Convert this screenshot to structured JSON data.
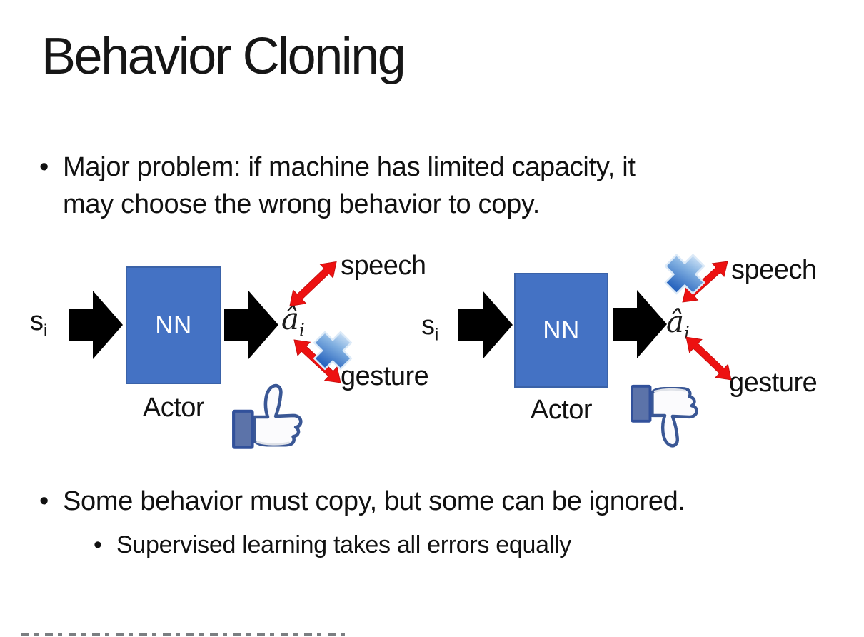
{
  "slide": {
    "title": "Behavior Cloning",
    "bullets": {
      "marker": "•",
      "b1_line1": "Major problem: if machine has limited capacity, it",
      "b1_line2": "may choose the wrong behavior to copy.",
      "b2": "Some behavior must copy, but some can be ignored.",
      "b2_sub": "Supervised learning takes all errors equally"
    }
  },
  "diagram_left": {
    "input_label": "s",
    "input_subscript": "i",
    "nn_label": "NN",
    "actor_label": "Actor",
    "output_label": "â",
    "output_subscript": "i",
    "speech_label": "speech",
    "gesture_label": "gesture",
    "crossed_out_action": "gesture",
    "feedback_icon": "thumbs-up"
  },
  "diagram_right": {
    "input_label": "s",
    "input_subscript": "i",
    "nn_label": "NN",
    "actor_label": "Actor",
    "output_label": "â",
    "output_subscript": "i",
    "speech_label": "speech",
    "gesture_label": "gesture",
    "crossed_out_action": "speech",
    "feedback_icon": "thumbs-down"
  },
  "colors": {
    "nn_box_fill": "#4472C4",
    "nn_box_border": "#3A62A8",
    "block_arrow_black": "#000000",
    "double_arrow_red": "#ED1111",
    "cross_blue_light": "#D9E9F9",
    "cross_blue_dark": "#2A66BF",
    "thumb_outline_navy": "#3A5795",
    "thumb_cuff_fill": "#5C73A9",
    "text": "#111111",
    "background": "#FFFFFF"
  }
}
